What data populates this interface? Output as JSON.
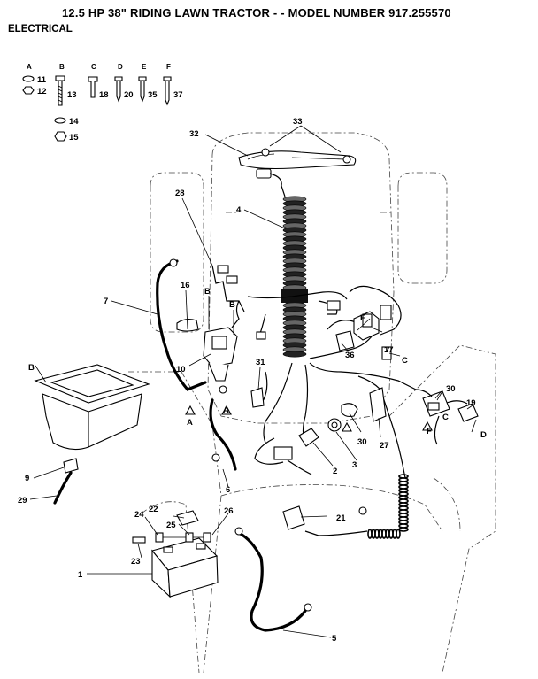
{
  "header": {
    "title": "12.5 HP 38\" RIDING LAWN TRACTOR - - MODEL NUMBER 917.255570",
    "section": "ELECTRICAL"
  },
  "hardware_key": [
    {
      "letter": "A",
      "items": [
        "11",
        "12"
      ]
    },
    {
      "letter": "B",
      "items": [
        "13",
        "14",
        "15"
      ]
    },
    {
      "letter": "C",
      "items": [
        "18"
      ]
    },
    {
      "letter": "D",
      "items": [
        "20"
      ]
    },
    {
      "letter": "E",
      "items": [
        "35"
      ]
    },
    {
      "letter": "F",
      "items": [
        "37"
      ]
    }
  ],
  "callouts": {
    "n1": "1",
    "n2": "2",
    "n3": "3",
    "n4": "4",
    "n5": "5",
    "n6": "6",
    "n7": "7",
    "n9": "9",
    "n10": "10",
    "n16": "16",
    "n17": "17",
    "n19": "19",
    "n21": "21",
    "n22": "22",
    "n23": "23",
    "n24": "24",
    "n25": "25",
    "n26": "26",
    "n27": "27",
    "n28": "28",
    "n29": "29",
    "n30a": "30",
    "n30b": "30",
    "n31": "31",
    "n32": "32",
    "n33": "33",
    "n36": "36"
  },
  "letter_callouts": {
    "b_seat": "B",
    "b16": "B",
    "b_bracket": "B",
    "a_left": "A",
    "a_right": "A",
    "e_solenoid": "E",
    "c_solenoid": "C",
    "f_switch": "F",
    "c_switch": "C",
    "d_switch": "D"
  }
}
